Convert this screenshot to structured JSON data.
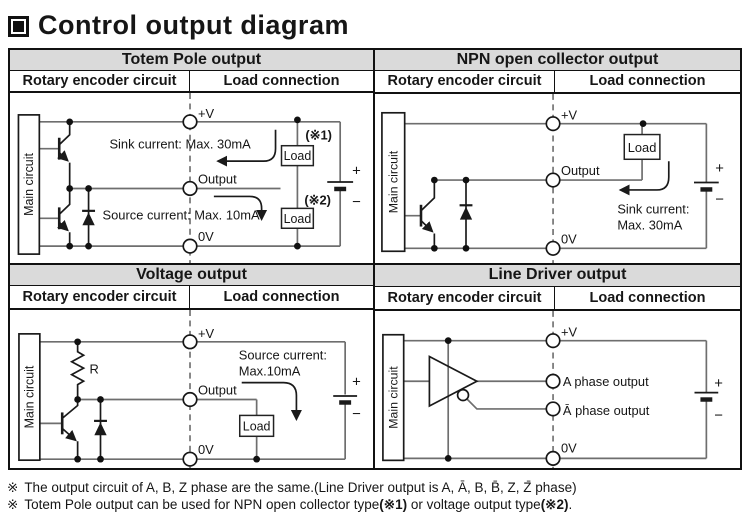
{
  "title": "Control output diagram",
  "quadrants": {
    "totem": {
      "title": "Totem Pole output",
      "col_left": "Rotary encoder circuit",
      "col_right": "Load connection",
      "main_circuit": "Main circuit",
      "terminals": {
        "top": "+V",
        "mid": "Output",
        "bottom": "0V"
      },
      "sink_note": "Sink current: Max. 30mA",
      "source_note": "Source current: Max. 10mA",
      "ref1": "(※1)",
      "ref2": "(※2)",
      "load": "Load",
      "battery": {
        "plus": "+",
        "minus": "−"
      }
    },
    "npn": {
      "title": "NPN open collector output",
      "col_left": "Rotary encoder circuit",
      "col_right": "Load connection",
      "main_circuit": "Main circuit",
      "terminals": {
        "top": "+V",
        "mid": "Output",
        "bottom": "0V"
      },
      "sink_note_line1": "Sink current:",
      "sink_note_line2": "Max. 30mA",
      "load": "Load",
      "battery": {
        "plus": "+",
        "minus": "−"
      }
    },
    "voltage": {
      "title": "Voltage output",
      "col_left": "Rotary encoder circuit",
      "col_right": "Load connection",
      "main_circuit": "Main circuit",
      "terminals": {
        "top": "+V",
        "mid": "Output",
        "bottom": "0V"
      },
      "source_note_line1": "Source current:",
      "source_note_line2": "Max.10mA",
      "resistor": "R",
      "load": "Load",
      "battery": {
        "plus": "+",
        "minus": "−"
      }
    },
    "line_driver": {
      "title": "Line Driver output",
      "col_left": "Rotary encoder circuit",
      "col_right": "Load connection",
      "main_circuit": "Main circuit",
      "terminals": {
        "top": "+V",
        "a": "A phase output",
        "a_bar": "Ā phase output",
        "bottom": "0V"
      },
      "battery": {
        "plus": "+",
        "minus": "−"
      }
    }
  },
  "footnotes": {
    "marker": "※",
    "line1": "The output circuit of A, B, Z phase are the same.(Line Driver output is A, Ā, B, B̄, Z, Z̄ phase)",
    "line2": {
      "part1": "Totem Pole output can be used for NPN open collector type",
      "ref1": "(※1)",
      "part2": " or voltage output type",
      "ref2": "(※2)",
      "part3": "."
    }
  }
}
